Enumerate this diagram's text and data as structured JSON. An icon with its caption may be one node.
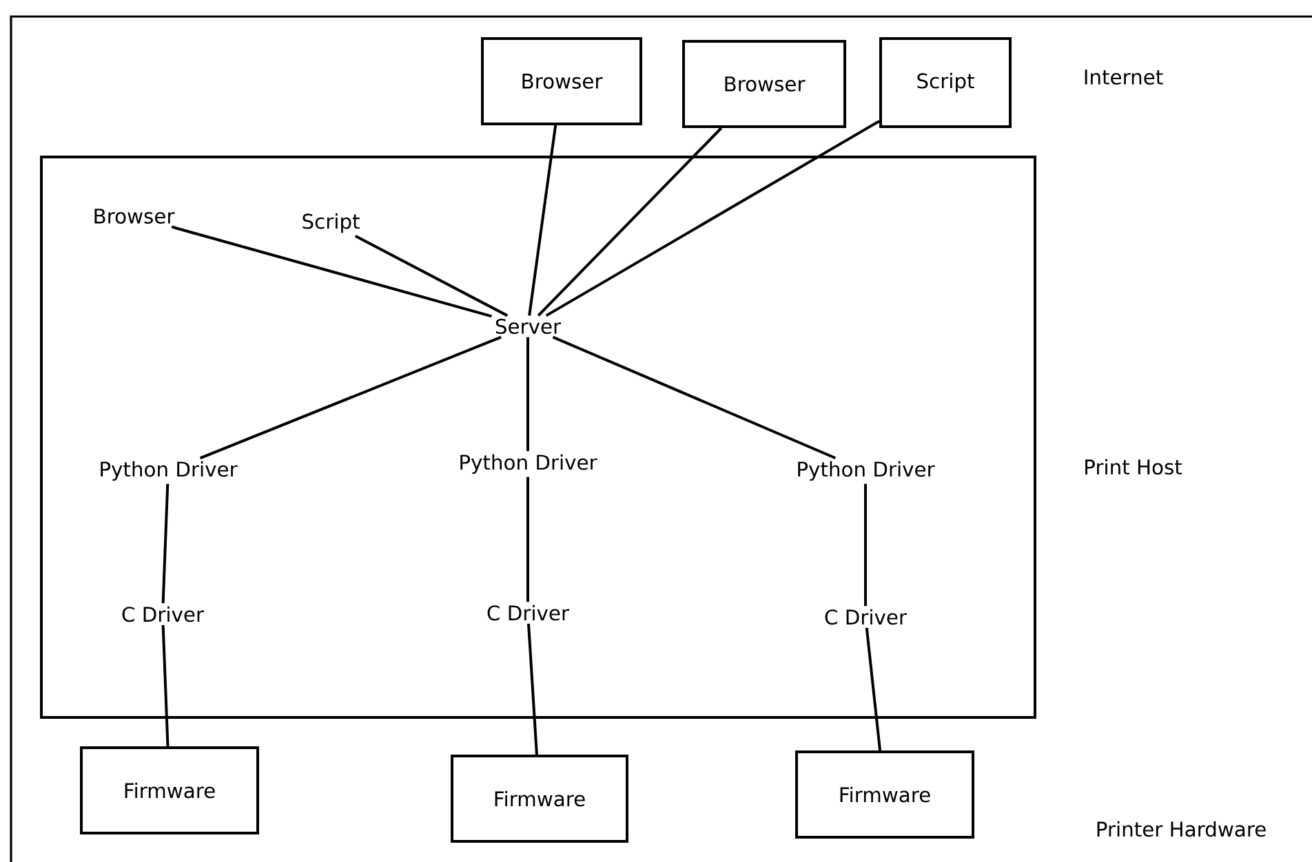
{
  "diagram": {
    "nodes": [
      {
        "text": [],
        "shape": "box"
      },
      {
        "text": [
          "Browser"
        ]
      },
      {
        "text": [
          "Browser"
        ]
      },
      {
        "text": [
          "Script"
        ]
      },
      {
        "text": [
          "Browser"
        ],
        "in": 0
      },
      {
        "text": [
          "Script"
        ],
        "in": 0
      },
      {
        "text": [
          "Server"
        ],
        "in": 0
      },
      {
        "text": [
          "Python Driver"
        ],
        "in": 0
      },
      {
        "text": [
          "Python Driver"
        ],
        "in": 0
      },
      {
        "text": [
          "Python Driver"
        ],
        "in": 0
      },
      {
        "text": [
          "C Driver"
        ],
        "in": 0
      },
      {
        "text": [
          "C Driver"
        ],
        "in": 0
      },
      {
        "text": [
          "C Driver"
        ],
        "in": 0
      },
      {
        "text": [
          "Firmware"
        ]
      },
      {
        "text": [
          "Firmware"
        ]
      },
      {
        "text": [
          "Firmware"
        ]
      }
    ],
    "edges": [
      {
        "from": 1,
        "to": 6,
        "arrow": "none"
      },
      {
        "from": 2,
        "to": 6,
        "arrow": "none"
      },
      {
        "from": 3,
        "to": 6,
        "arrow": "none"
      },
      {
        "from": 4,
        "to": 6,
        "arrow": "none"
      },
      {
        "from": 5,
        "to": 6,
        "arrow": "none"
      },
      {
        "from": 6,
        "to": 7,
        "arrow": "none"
      },
      {
        "from": 6,
        "to": 8,
        "arrow": "none"
      },
      {
        "from": 6,
        "to": 9,
        "arrow": "none"
      },
      {
        "from": 7,
        "to": 10,
        "arrow": "none"
      },
      {
        "from": 8,
        "to": 11,
        "arrow": "none"
      },
      {
        "from": 9,
        "to": 12,
        "arrow": "none"
      },
      {
        "from": 10,
        "to": 13,
        "arrow": "none"
      },
      {
        "from": 11,
        "to": 14,
        "arrow": "none"
      },
      {
        "from": 12,
        "to": 15,
        "arrow": "none"
      }
    ],
    "labels": [
      "Internet",
      "Print Host",
      "Printer Hardware"
    ]
  }
}
